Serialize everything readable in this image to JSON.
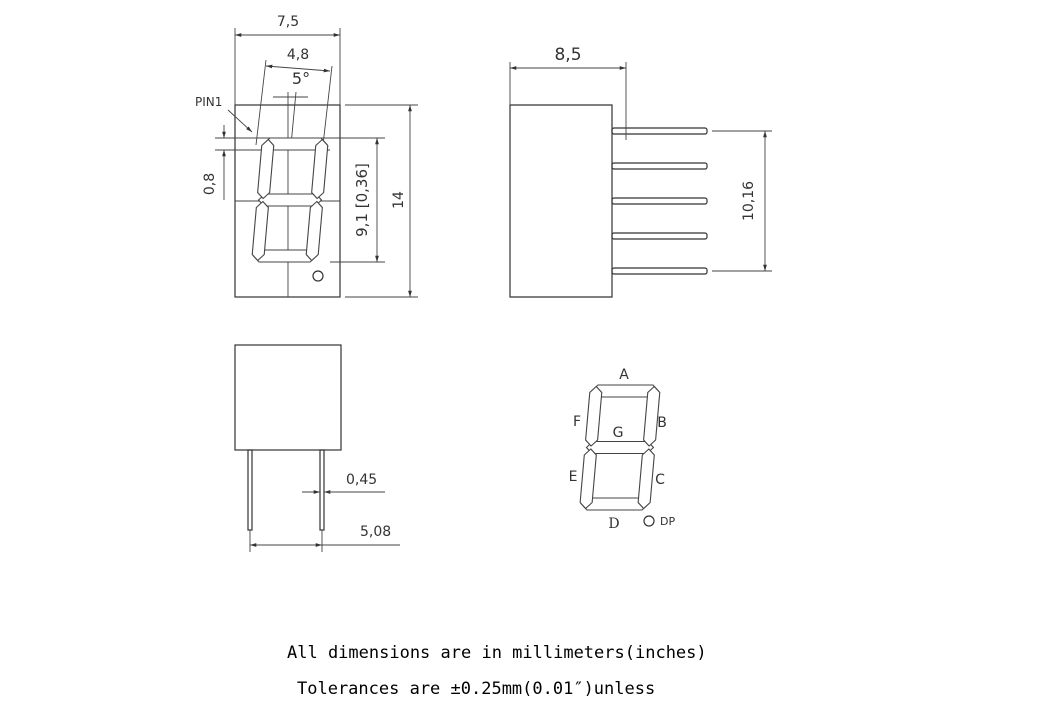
{
  "front_view": {
    "width_label": "7,5",
    "digit_width_label": "4,8",
    "slant_label": "5°",
    "pin_label": "PIN1",
    "segment_thickness_label": "0,8",
    "digit_height_label": "9,1 [0,36]",
    "height_label": "14"
  },
  "side_view": {
    "depth_label": "8,5",
    "pin_pitch_label": "10,16"
  },
  "bottom_view": {
    "pin_diameter_label": "0,45",
    "pin_spacing_label": "5,08"
  },
  "segment_map": {
    "a": "A",
    "b": "B",
    "c": "C",
    "d": "D",
    "e": "E",
    "f": "F",
    "g": "G",
    "dp": "DP"
  },
  "footer": {
    "line1": "All dimensions are in millimeters(inches)",
    "line2": "Tolerances are  ±0.25mm(0.01″)unless"
  }
}
